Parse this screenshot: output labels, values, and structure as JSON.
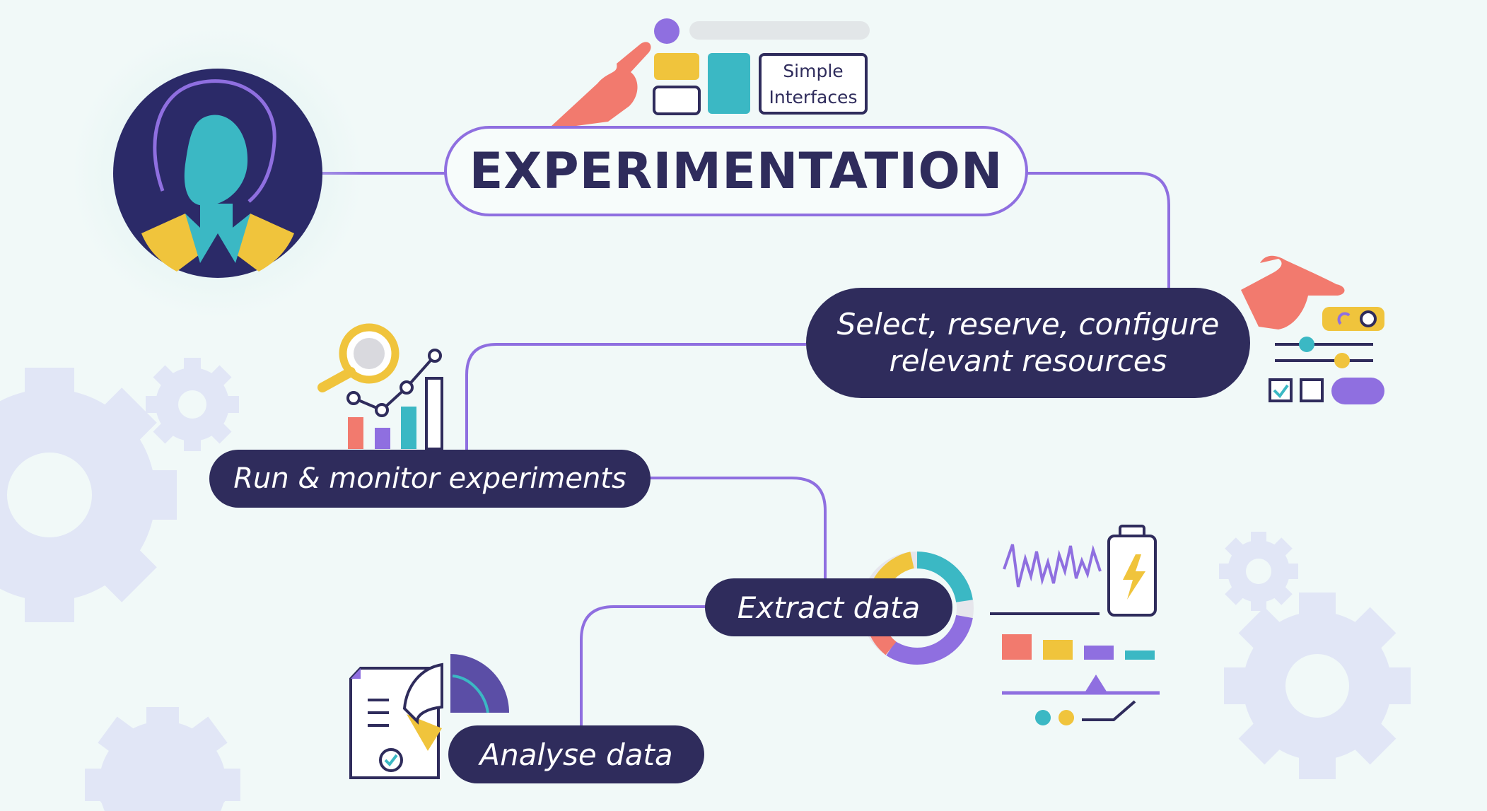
{
  "title": "EXPERIMENTATION",
  "simple_interfaces": {
    "line1": "Simple",
    "line2": "Interfaces"
  },
  "steps": {
    "select": {
      "line1": "Select, reserve, configure",
      "line2": "relevant resources"
    },
    "run": "Run & monitor experiments",
    "extract": "Extract data",
    "analyse": "Analyse data"
  },
  "colors": {
    "navy": "#2f2c5c",
    "purple": "#8f6fe0",
    "teal": "#3bb8c4",
    "yellow": "#f0c43c",
    "coral": "#f27a6e",
    "background": "#f1f9f8"
  },
  "icons": [
    "person-avatar-icon",
    "pointing-hand-icon",
    "magnifier-chart-icon",
    "settings-panel-icon",
    "donut-chart-icon",
    "waveform-icon",
    "battery-icon",
    "document-chart-icon",
    "gear-icon"
  ]
}
